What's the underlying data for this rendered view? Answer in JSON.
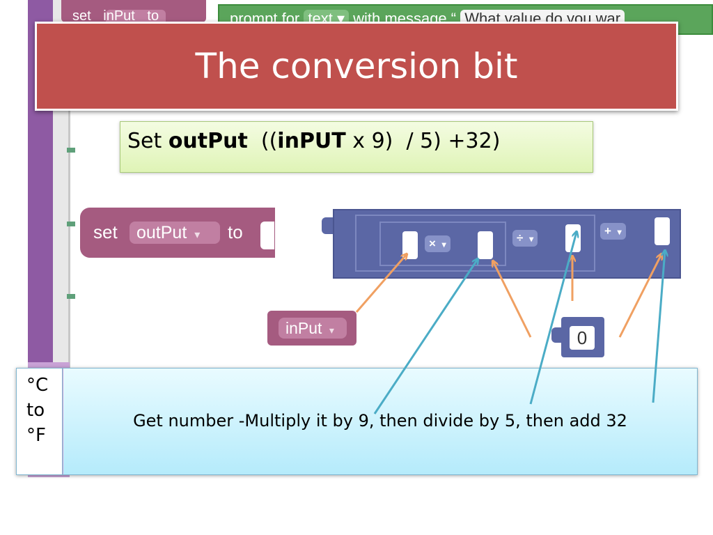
{
  "slide": {
    "title": "The conversion bit",
    "formula": {
      "set": "Set ",
      "var_out": "outPut",
      "open": "  ((",
      "var_in": "inPUT",
      "rest": " x 9)  / 5) +32)"
    }
  },
  "top_blocks": {
    "set_label": "set",
    "set_var": "inPut",
    "set_to": "to",
    "prompt_label": "prompt for",
    "prompt_type": "text",
    "prompt_with": "with message",
    "prompt_quote": "“",
    "prompt_message": "What value do you war"
  },
  "set_block": {
    "label": "set",
    "variable": "outPut",
    "to": "to"
  },
  "math_block": {
    "multiply": "×",
    "divide": "÷",
    "add": "+",
    "dropdown_glyph": "▾"
  },
  "input_block": {
    "variable": "inPut"
  },
  "number_block": {
    "value": "0"
  },
  "table": {
    "label_lines": [
      "°C",
      "to",
      "°F"
    ],
    "description": "Get number -Multiply it by 9, then divide by 5, then add 32"
  },
  "colors": {
    "title_red": "#c0504d",
    "variable_block": "#a55b80",
    "math_block": "#5b67a5",
    "text_block": "#5ba55b",
    "arrow_orange": "#f0a062",
    "arrow_teal": "#4bacc6"
  }
}
